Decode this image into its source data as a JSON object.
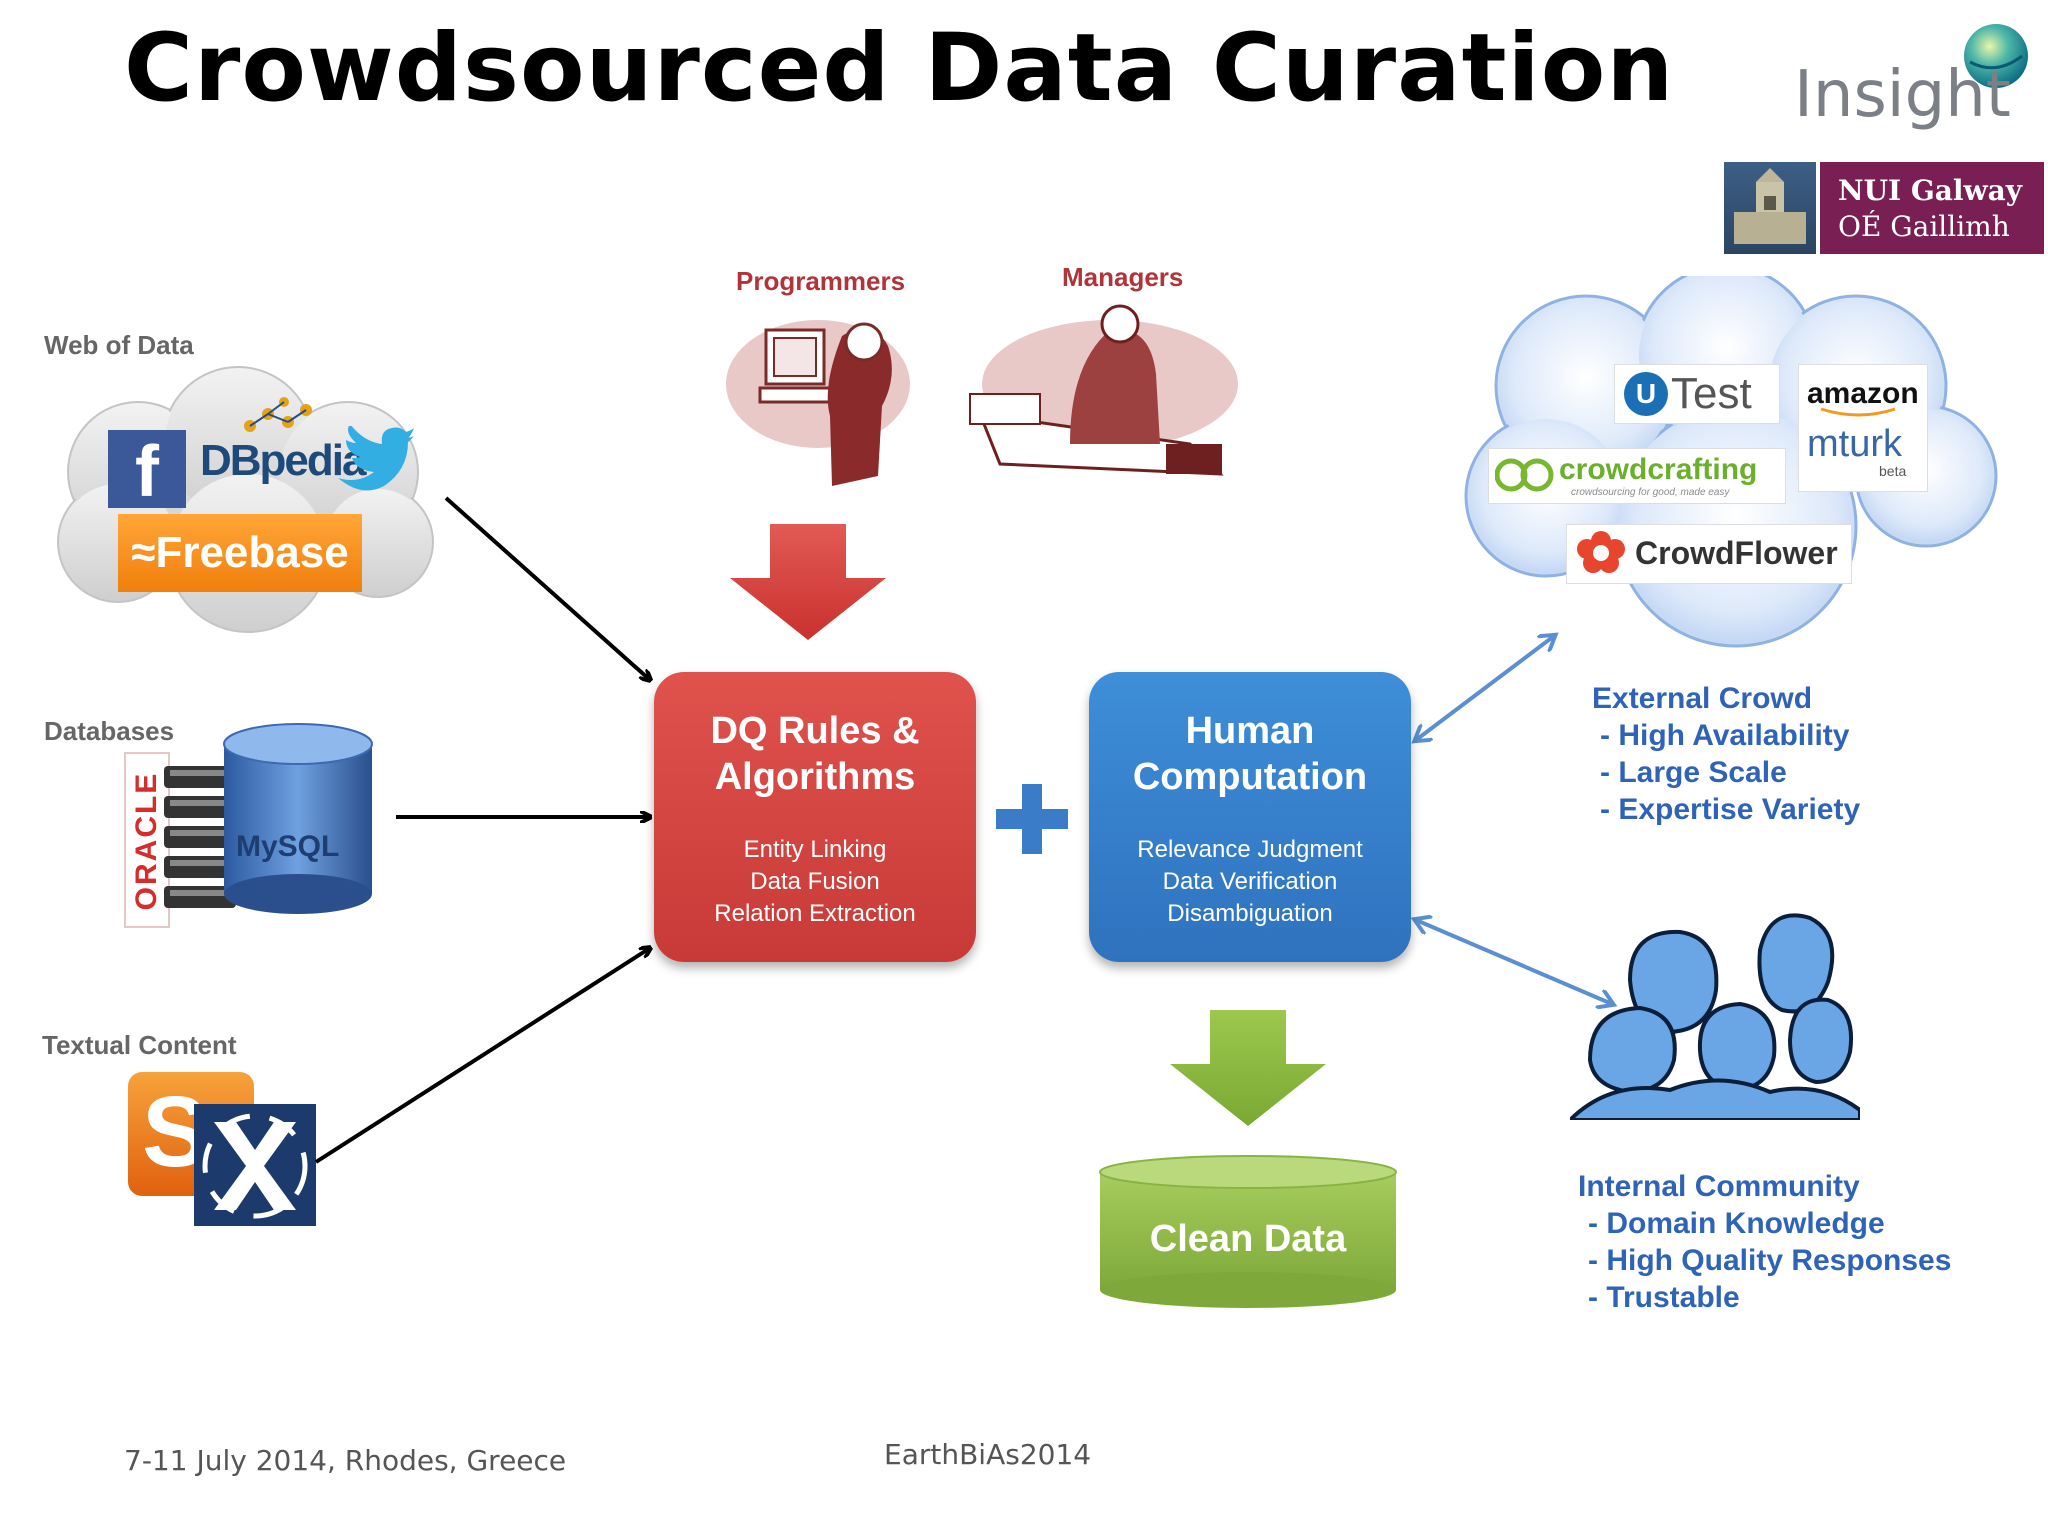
{
  "title": "Crowdsourced Data Curation",
  "branding": {
    "insight": "Insight",
    "nui_line1": "NUI Galway",
    "nui_line2": "OÉ Gaillimh"
  },
  "sources": {
    "web": {
      "label": "Web of Data",
      "logos": {
        "facebook": "f",
        "dbpedia": "DBpedia",
        "freebase": "Freebase"
      }
    },
    "databases": {
      "label": "Databases",
      "logos": {
        "oracle": "ORACLE",
        "mysql": "MySQL"
      }
    },
    "textual": {
      "label": "Textual Content",
      "logos": {
        "sharepoint": "S"
      }
    }
  },
  "roles": {
    "programmers": "Programmers",
    "managers": "Managers"
  },
  "dq_box": {
    "title_line1": "DQ Rules &",
    "title_line2": "Algorithms",
    "items": [
      "Entity Linking",
      "Data Fusion",
      "Relation Extraction"
    ]
  },
  "human_box": {
    "title_line1": "Human",
    "title_line2": "Computation",
    "items": [
      "Relevance Judgment",
      "Data Verification",
      "Disambiguation"
    ]
  },
  "clean_data": "Clean Data",
  "crowd_platforms": {
    "utest": "Test",
    "amazon": "amazon",
    "mturk": "mturk",
    "mturk_beta": "beta",
    "crowdcrafting": "crowdcrafting",
    "crowdcrafting_tagline": "crowdsourcing for good, made easy",
    "crowdflower": "CrowdFlower"
  },
  "external_crowd": {
    "heading": "External Crowd",
    "items": [
      "- High Availability",
      "- Large Scale",
      "- Expertise Variety"
    ]
  },
  "internal_community": {
    "heading": "Internal Community",
    "items": [
      "- Domain Knowledge",
      "- High Quality Responses",
      "- Trustable"
    ]
  },
  "footer": {
    "left": "7-11 July 2014, Rhodes, Greece",
    "center": "EarthBiAs2014"
  },
  "colors": {
    "red_box": "#d44843",
    "blue_box": "#3580cc",
    "green": "#8dbb3e",
    "plus": "#3a7cc7",
    "crowd_text": "#2f63b8"
  }
}
